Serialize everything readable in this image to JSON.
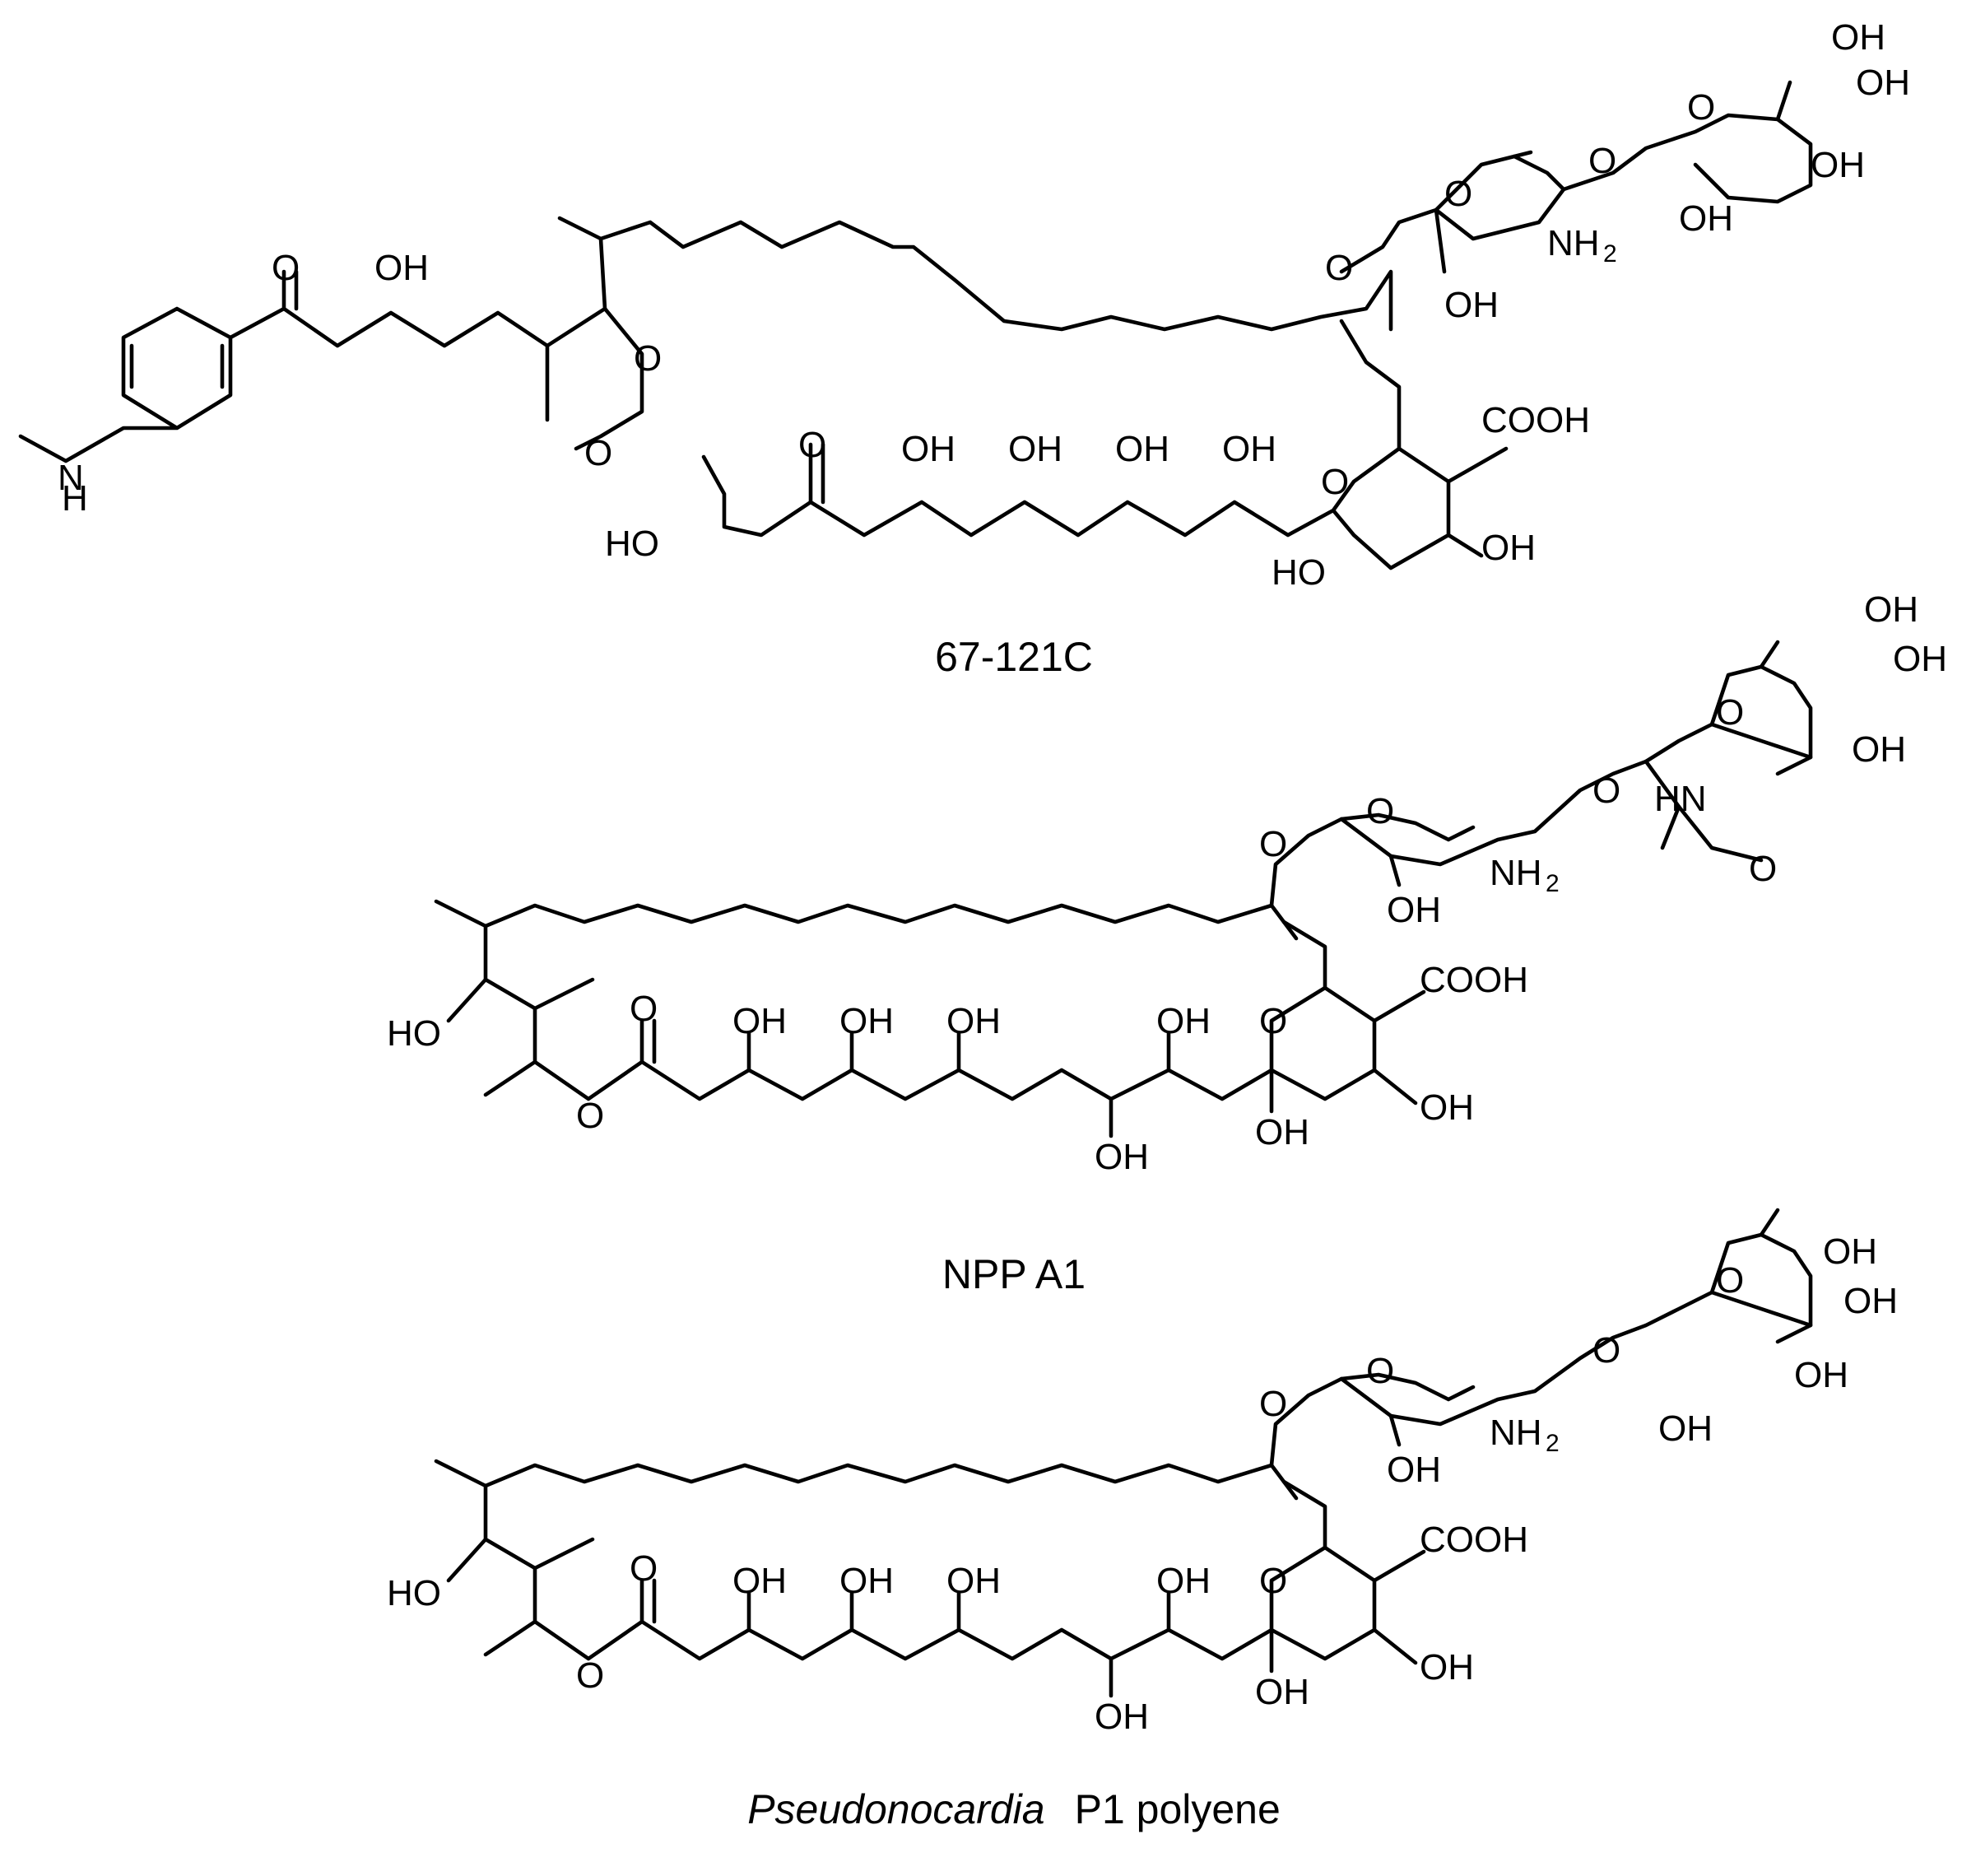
{
  "compounds": [
    {
      "name": "67-121C",
      "caption_parts": [
        {
          "text": "67-121C",
          "italic": false
        }
      ]
    },
    {
      "name": "NPP A1",
      "caption_parts": [
        {
          "text": "NPP A1",
          "italic": false
        }
      ]
    },
    {
      "name": "Pseudonocardia P1 polyene",
      "caption_parts": [
        {
          "text": "Pseudonocardia",
          "italic": true
        },
        {
          "text": "P1 polyene",
          "italic": false
        }
      ]
    }
  ],
  "atom_labels": {
    "oh": "OH",
    "ho": "HO",
    "o": "O",
    "cooh": "COOH",
    "nh2_main": "NH",
    "nh2_sub": "2",
    "nh": "HN",
    "n": "N",
    "h": "H"
  }
}
